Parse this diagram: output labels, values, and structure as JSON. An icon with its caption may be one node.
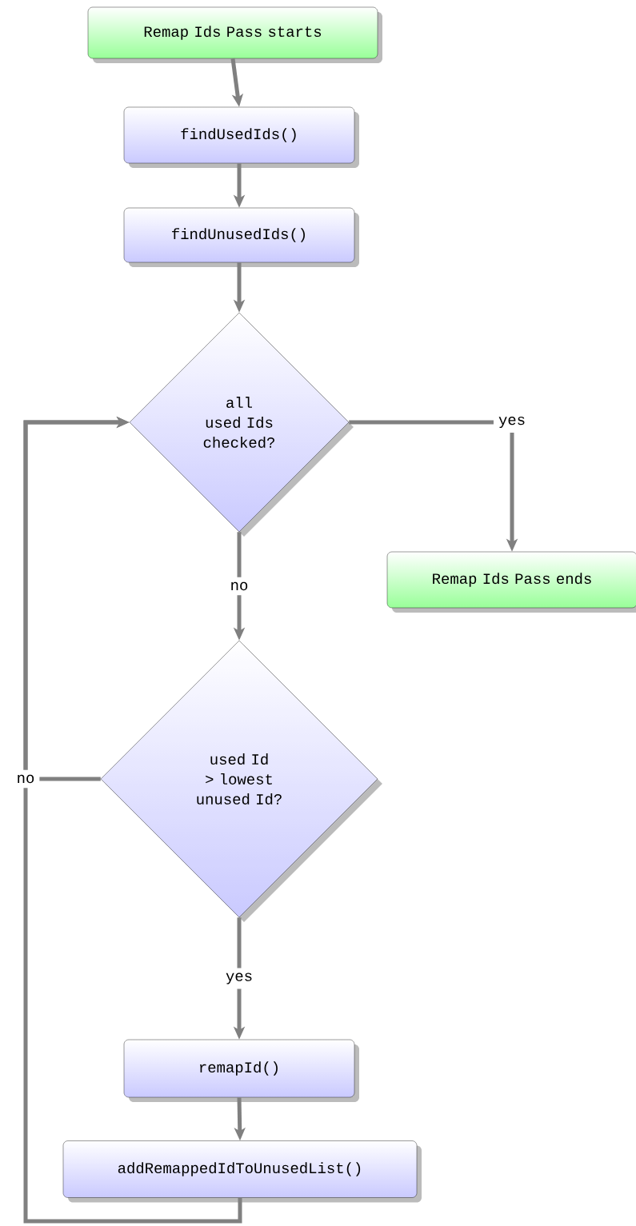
{
  "diagram": {
    "nodes": [
      {
        "text": [
          "Remap Ids Pass starts"
        ]
      },
      {
        "text": [
          "findUsedIds()"
        ]
      },
      {
        "text": [
          "findUnusedIds()"
        ]
      },
      {
        "text": [
          "all used Ids checked?"
        ]
      },
      {
        "text": [
          "Remap Ids Pass ends"
        ]
      },
      {
        "text": [
          "used Id > lowest unused Id?"
        ]
      },
      {
        "text": [
          "remapId()"
        ]
      },
      {
        "text": [
          "addRemappedIdToUnusedList()"
        ]
      }
    ],
    "edges": [
      {
        "from": 0,
        "to": 1,
        "arrow": "to"
      },
      {
        "from": 1,
        "to": 2,
        "arrow": "to"
      },
      {
        "from": 2,
        "to": 3,
        "arrow": "to"
      },
      {
        "from": 3,
        "to": 4,
        "arrow": "to",
        "label": "yes"
      },
      {
        "from": 3,
        "to": 5,
        "arrow": "to",
        "label": "no"
      },
      {
        "from": 5,
        "to": 6,
        "arrow": "to",
        "label": "yes"
      },
      {
        "from": 6,
        "to": 7,
        "arrow": "to"
      },
      {
        "from": 5,
        "to": 3,
        "arrow": "to",
        "label": "no"
      },
      {
        "from": 7,
        "to": 3,
        "arrow": "to"
      }
    ]
  }
}
